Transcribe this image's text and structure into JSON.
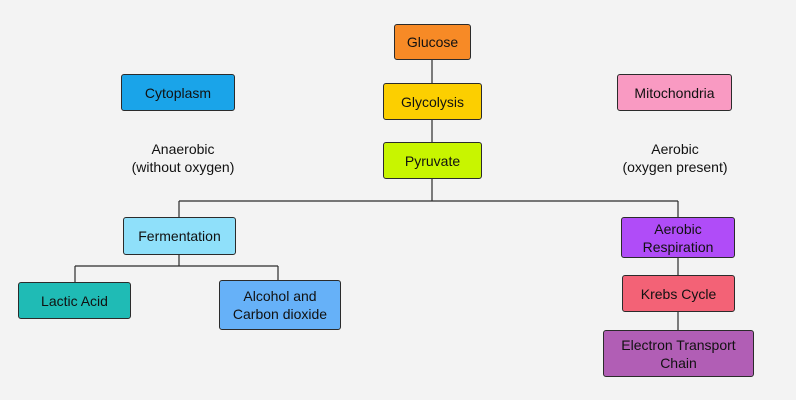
{
  "nodes": {
    "glucose": {
      "text": "Glucose",
      "color": "#f78a26"
    },
    "glycolysis": {
      "text": "Glycolysis",
      "color": "#fccf00"
    },
    "pyruvate": {
      "text": "Pyruvate",
      "color": "#c8f500"
    },
    "cytoplasm": {
      "text": "Cytoplasm",
      "color": "#1aa4e9"
    },
    "mitochondria": {
      "text": "Mitochondria",
      "color": "#f99ac2"
    },
    "fermentation": {
      "text": "Fermentation",
      "color": "#8fe0fa"
    },
    "lactic_acid": {
      "text": "Lactic Acid",
      "color": "#1fbbb5"
    },
    "alcohol_co2": {
      "text": "Alcohol and\nCarbon dioxide",
      "color": "#66b1f8"
    },
    "aerobic_respiration": {
      "text": "Aerobic\nRespiration",
      "color": "#b04cf8"
    },
    "krebs_cycle": {
      "text": "Krebs Cycle",
      "color": "#f36276"
    },
    "etc": {
      "text": "Electron Transport\nChain",
      "color": "#b15eb5"
    }
  },
  "labels": {
    "anaerobic": "Anaerobic\n(without oxygen)",
    "aerobic": "Aerobic\n(oxygen present)"
  },
  "colors": {
    "background": "#f3f3f3",
    "connector": "#2b2b2b"
  }
}
